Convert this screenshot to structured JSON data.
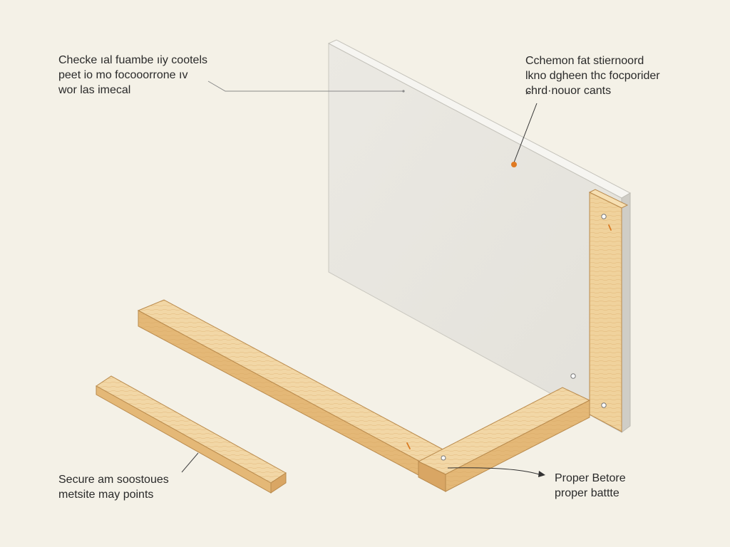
{
  "callouts": {
    "top_left": {
      "lines": [
        "Checke ıal fuambe ıiy cootels",
        "peet io mo focooorrone ıv",
        "wor las imecal"
      ]
    },
    "top_right": {
      "lines": [
        "Cchemon fat stiernoord",
        "lkno dgheen thc focporider",
        "ɕhrd·nouor cants"
      ]
    },
    "bottom_left": {
      "lines": [
        "Secure am soostoues",
        "metsite may points"
      ]
    },
    "bottom_right": {
      "lines": [
        "Proper Betore",
        "proper battte"
      ]
    }
  },
  "colors": {
    "background": "#f4f1e7",
    "panel_face": "#e8e6e0",
    "panel_edge": "#cfcdc6",
    "wood_light": "#f0d29c",
    "wood_mid": "#e2b574",
    "wood_dark": "#c8924d",
    "accent_dot": "#e07a22",
    "leader_line": "#8a8a8a"
  }
}
